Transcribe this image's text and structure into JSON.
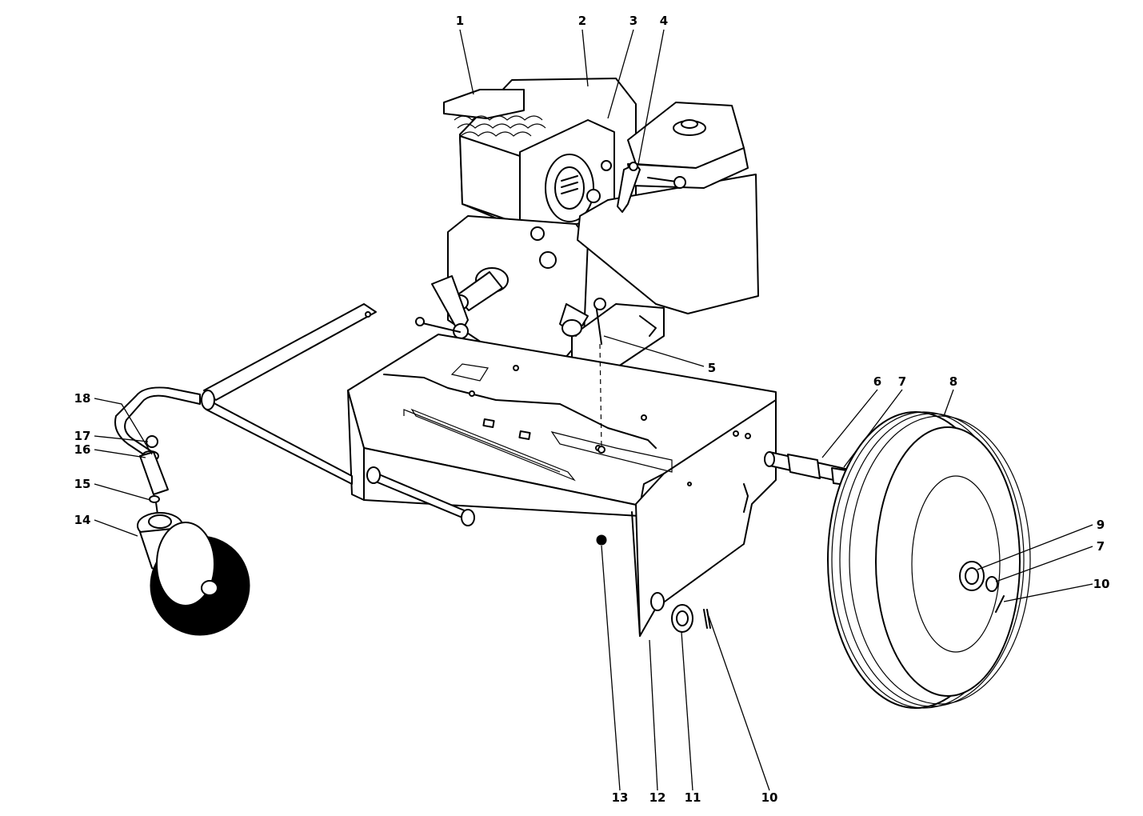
{
  "callouts": [
    {
      "id": "1",
      "label": "1"
    },
    {
      "id": "2",
      "label": "2"
    },
    {
      "id": "3",
      "label": "3"
    },
    {
      "id": "4",
      "label": "4"
    },
    {
      "id": "5",
      "label": "5"
    },
    {
      "id": "6",
      "label": "6"
    },
    {
      "id": "7a",
      "label": "7"
    },
    {
      "id": "8",
      "label": "8"
    },
    {
      "id": "9",
      "label": "9"
    },
    {
      "id": "7b",
      "label": "7"
    },
    {
      "id": "10a",
      "label": "10"
    },
    {
      "id": "18",
      "label": "18"
    },
    {
      "id": "17",
      "label": "17"
    },
    {
      "id": "16",
      "label": "16"
    },
    {
      "id": "15",
      "label": "15"
    },
    {
      "id": "14",
      "label": "14"
    },
    {
      "id": "13",
      "label": "13"
    },
    {
      "id": "12",
      "label": "12"
    },
    {
      "id": "11",
      "label": "11"
    },
    {
      "id": "10b",
      "label": "10"
    }
  ]
}
